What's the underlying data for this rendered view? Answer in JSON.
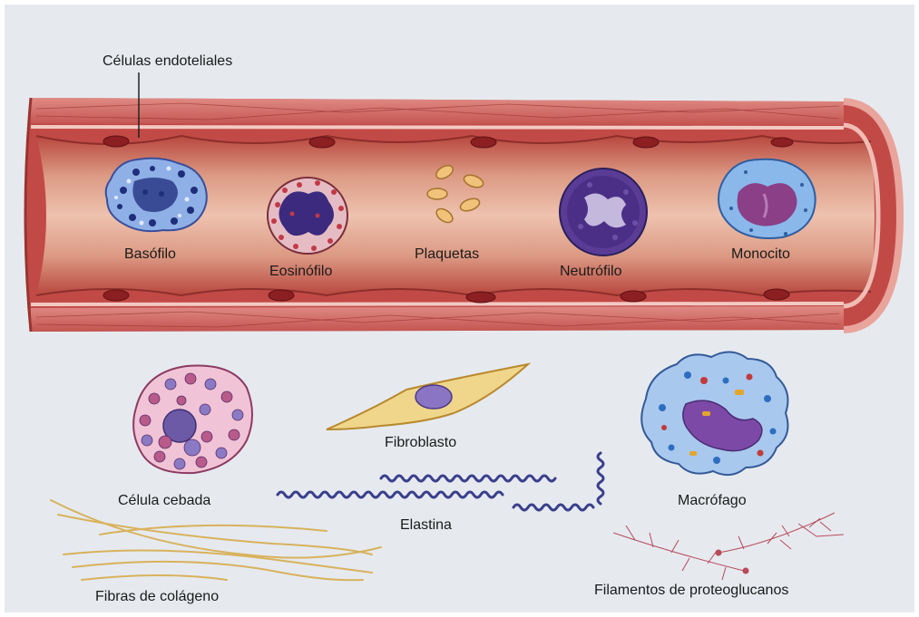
{
  "labels": {
    "endothelial": "Células endoteliales",
    "basophil": "Basófilo",
    "eosinophil": "Eosinófilo",
    "platelets": "Plaquetas",
    "neutrophil": "Neutrófilo",
    "monocyte": "Monocito",
    "mast_cell": "Célula cebada",
    "fibroblast": "Fibroblasto",
    "elastin": "Elastina",
    "macrophage": "Macrófago",
    "collagen": "Fibras de colágeno",
    "proteoglycan": "Filamentos de proteoglucanos"
  },
  "colors": {
    "background": "#e6eaef",
    "vessel_wall": "#c24a46",
    "vessel_lumen": "#dd9d86",
    "nucleus": "#4a2e7a"
  }
}
